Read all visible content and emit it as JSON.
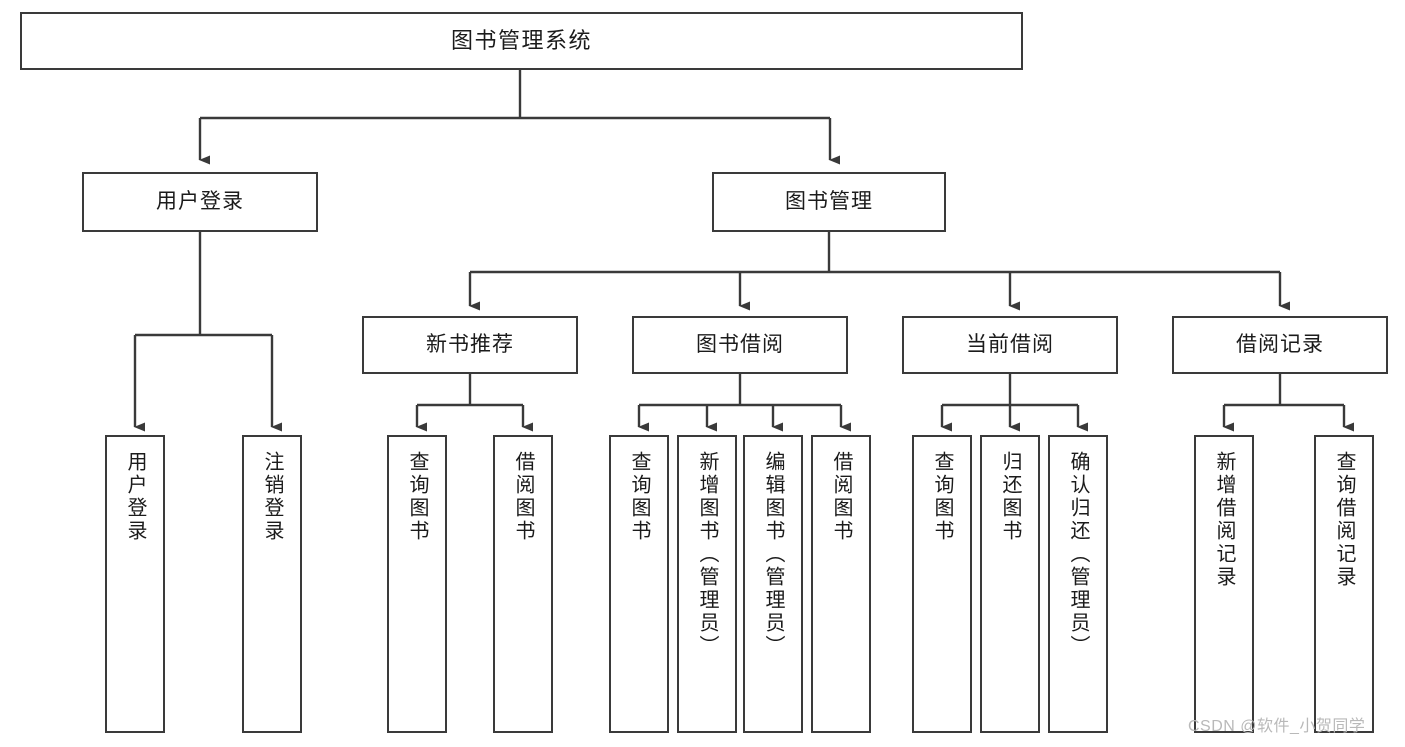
{
  "diagram": {
    "title": "图书管理系统",
    "watermark": "CSDN @软件_小贺同学",
    "colors": {
      "background": "#ffffff",
      "node_border": "#3a3a3a",
      "node_fill": "#ffffff",
      "edge": "#3a3a3a",
      "text": "#1b1b1b",
      "watermark": "#b9b9b9"
    },
    "nodes": {
      "root": {
        "label": "图书管理系统"
      },
      "level1": [
        {
          "label": "用户登录"
        },
        {
          "label": "图书管理"
        }
      ],
      "level2": [
        {
          "label": "新书推荐"
        },
        {
          "label": "图书借阅"
        },
        {
          "label": "当前借阅"
        },
        {
          "label": "借阅记录"
        }
      ],
      "leaves_user_login": [
        {
          "label": "用户登录"
        },
        {
          "label": "注销登录"
        }
      ],
      "leaves_new_book": [
        {
          "label": "查询图书"
        },
        {
          "label": "借阅图书"
        }
      ],
      "leaves_borrow": [
        {
          "label": "查询图书"
        },
        {
          "label": "新增图书（管理员）"
        },
        {
          "label": "编辑图书（管理员）"
        },
        {
          "label": "借阅图书"
        }
      ],
      "leaves_current": [
        {
          "label": "查询图书"
        },
        {
          "label": "归还图书"
        },
        {
          "label": "确认归还（管理员）"
        }
      ],
      "leaves_records": [
        {
          "label": "新增借阅记录"
        },
        {
          "label": "查询借阅记录"
        }
      ]
    }
  }
}
